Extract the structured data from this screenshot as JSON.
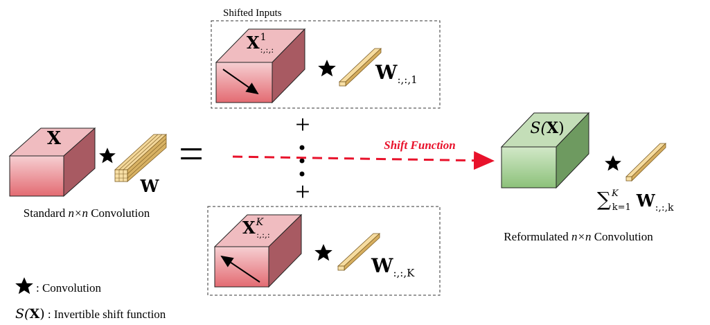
{
  "colors": {
    "red_front_top": "#f6cfd2",
    "red_front_bottom": "#e36b72",
    "red_top": "#f0bcc0",
    "red_side": "#a85a62",
    "green_front_top": "#d2e8c8",
    "green_front_bottom": "#8cc17a",
    "green_top": "#c4deb8",
    "green_side": "#6e9a60",
    "filter_light": "#f9e6b8",
    "filter_dark": "#c69d4f",
    "arrow_red": "#e8122b",
    "stroke": "#000000",
    "icon_names": [
      "star-icon",
      "arrow-icon"
    ]
  },
  "standard": {
    "input_label": "X",
    "filter_label": "W",
    "caption_prefix": "Standard ",
    "caption_italic": "n×n",
    "caption_suffix": " Convolution"
  },
  "equals": "=",
  "shifted": {
    "title": "Shifted Inputs",
    "top": {
      "input_base": "X",
      "input_sup": "1",
      "input_sub": ":,:,:",
      "filter_base": "W",
      "filter_sub": ":,:,1"
    },
    "bottom": {
      "input_base": "X",
      "input_sup": "K",
      "input_sub": ":,:,:",
      "filter_base": "W",
      "filter_sub": ":,:,K"
    },
    "plus_top": "+",
    "plus_bottom": "+",
    "ellipsis": "⋮"
  },
  "shift_function_label": "Shift Function",
  "reformulated": {
    "block_label_prefix": "S(",
    "block_label_var": "X",
    "block_label_suffix": ")",
    "sum_symbol": "∑",
    "sum_sup": "K",
    "sum_sub": "k=1",
    "filter_base": "W",
    "filter_sub": ":,:,k",
    "caption_prefix": "Reformulated ",
    "caption_italic": "n×n",
    "caption_suffix": " Convolution"
  },
  "legend": {
    "star_text": ": Convolution",
    "shift_symbol_prefix": "S(",
    "shift_symbol_var": "X",
    "shift_symbol_suffix": ")",
    "shift_text": " : Invertible shift function"
  }
}
